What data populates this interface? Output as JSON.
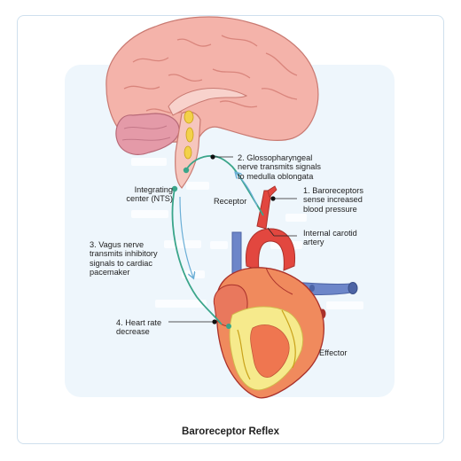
{
  "title": "Baroreceptor Reflex",
  "labels": {
    "glossopharyngeal": "2. Glossopharyngeal\nnerve transmits signals\nto medulla oblongata",
    "baroreceptors": "1. Baroreceptors\nsense increased\nblood pressure",
    "integrating_center": "Integrating\ncenter (NTS)",
    "receptor": "Receptor",
    "internal_carotid": "Internal carotid\nartery",
    "vagus": "3. Vagus nerve\ntransmits inhibitory\nsignals to cardiac\npacemaker",
    "heart_rate": "4. Heart rate\ndecrease",
    "effector": "Effector"
  },
  "colors": {
    "nerve": "#3aa58a",
    "arrow": "#6aaed6",
    "brain": "#f2aaa3",
    "cerebellum": "#e08a9a",
    "artery": "#e2473f",
    "vein": "#6d86c9",
    "myocardium": "#f08a5d",
    "fat": "#f6ea8c"
  },
  "icons": [
    "brain-illustration",
    "heart-illustration",
    "nerve-pathway",
    "flow-arrow"
  ]
}
